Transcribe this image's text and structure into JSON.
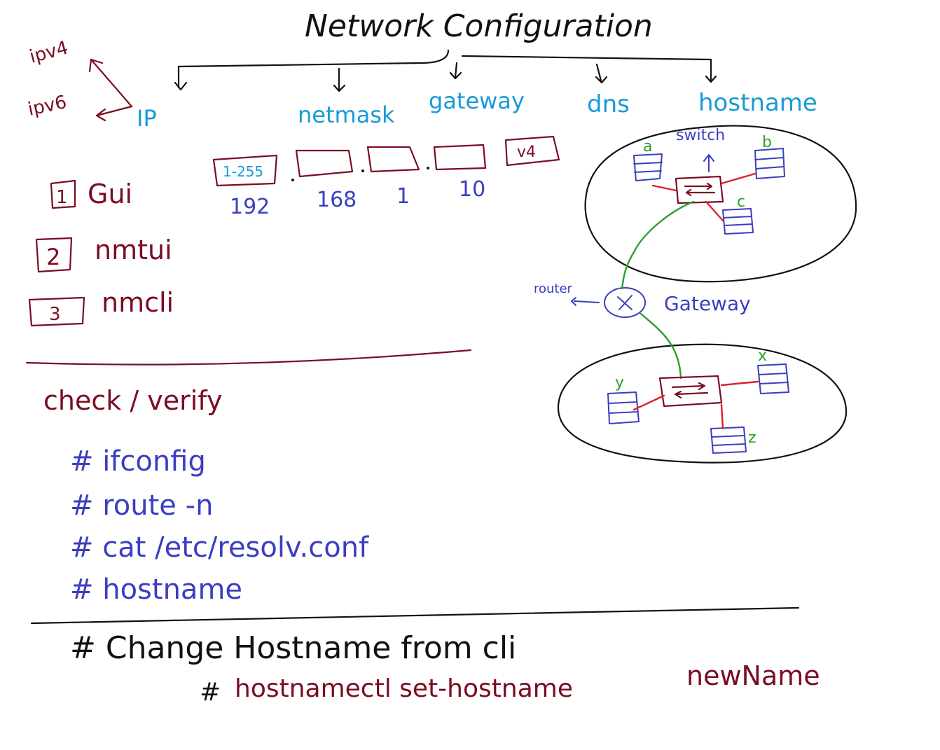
{
  "title": "Network Configuration",
  "top_items": {
    "ip": "IP",
    "netmask": "netmask",
    "gateway": "gateway",
    "dns": "dns",
    "hostname": "hostname"
  },
  "ip_versions": {
    "v4": "ipv4",
    "v6": "ipv6"
  },
  "methods": [
    {
      "num": "1",
      "label": "Gui"
    },
    {
      "num": "2",
      "label": "nmtui"
    },
    {
      "num": "3",
      "label": "nmcli"
    }
  ],
  "octets": {
    "range_label": "1-255",
    "version_label": "v4",
    "values": [
      "192",
      "168",
      "1",
      "10"
    ]
  },
  "check": {
    "heading": "check / verify",
    "commands": [
      "# ifconfig",
      "# route -n",
      "# cat /etc/resolv.conf",
      "# hostname"
    ]
  },
  "change": {
    "heading": "# Change Hostname from cli",
    "prefix": "#",
    "command": "hostnamectl set-hostname",
    "arg": "newName"
  },
  "network": {
    "switch_label": "switch",
    "router_label": "router",
    "gateway_label": "Gateway",
    "upper_nodes": [
      "a",
      "b",
      "c"
    ],
    "lower_nodes": [
      "x",
      "y",
      "z"
    ]
  },
  "colors": {
    "ink": "#111111",
    "maroon": "#7a0d22",
    "cyan": "#1a9ad6",
    "blue": "#3a3ec0",
    "green": "#2aa02a",
    "red": "#e0202a"
  }
}
